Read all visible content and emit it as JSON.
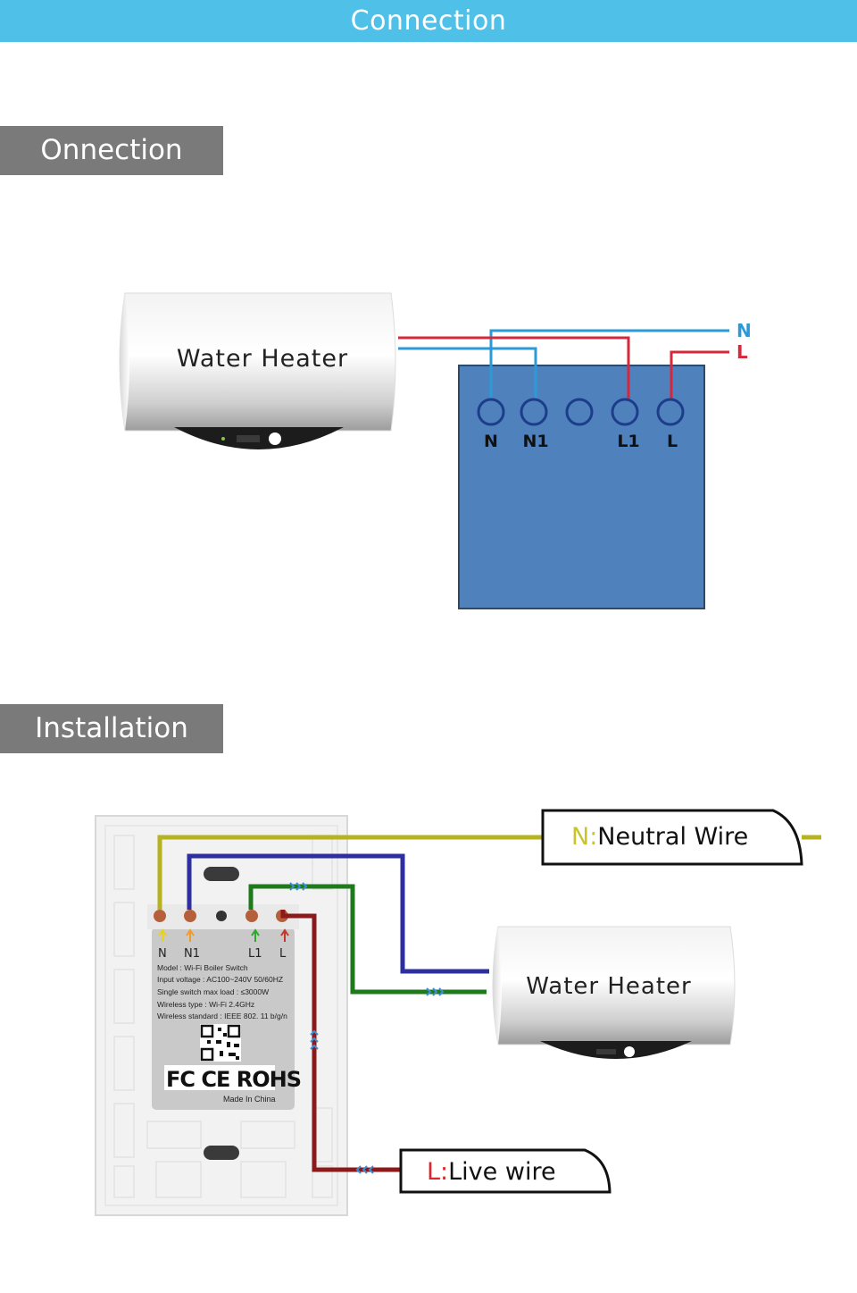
{
  "header": {
    "title": "Connection"
  },
  "sections": [
    {
      "label": "Onnection"
    },
    {
      "label": "Installation"
    }
  ],
  "connection": {
    "heater_label": "Water  Heater",
    "line_labels": {
      "neutral": "N",
      "live": "L"
    },
    "terminals": [
      "N",
      "N1",
      "",
      "L1",
      "L"
    ],
    "colors": {
      "box": "#4f81bd",
      "blue_wire": "#2b9ad6",
      "red_wire": "#d6283a"
    }
  },
  "installation": {
    "terminals": [
      "N",
      "N1",
      "L1",
      "L"
    ],
    "spec_lines": [
      "Model : Wi-Fi Boiler Switch",
      "Input voltage : AC100~240V  50/60HZ",
      "Single switch max load : ≤3000W",
      "Wireless type : Wi-Fi 2.4GHz",
      "Wireless standard : IEEE 802. 11 b/g/n"
    ],
    "cert_marks": "FC CE ROHS",
    "made_in": "Made In China",
    "heater_label": "Water  Heater",
    "neutral_callout": {
      "prefix": "N:",
      "text": "Neutral Wire"
    },
    "live_callout": {
      "prefix": "L:",
      "text": "Live wire"
    },
    "colors": {
      "neutral": "#b7b320",
      "n1": "#2d2fa0",
      "l1": "#1e7a1a",
      "live": "#8c1a1a",
      "prefix_neutral": "#c8c42a",
      "prefix_live": "#e0242a"
    }
  }
}
